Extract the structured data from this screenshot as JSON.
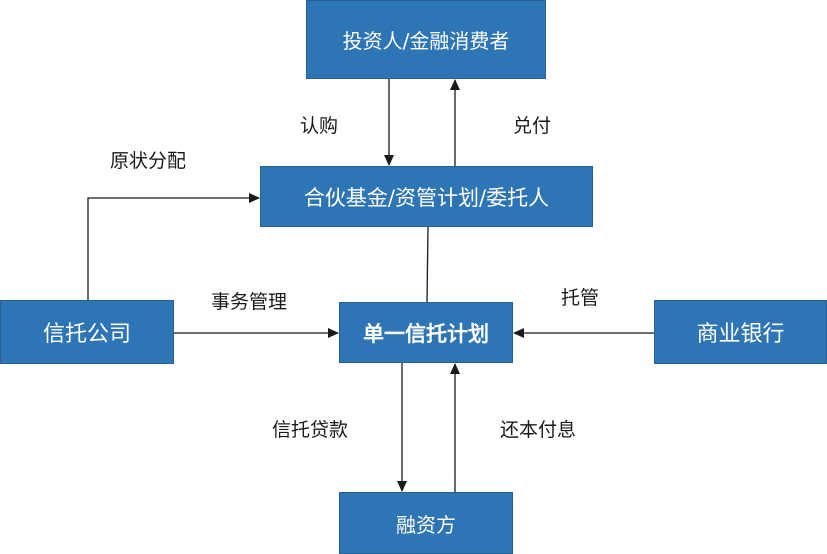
{
  "colors": {
    "box_fill": "#2e75b6",
    "box_border": "#2a5f93",
    "box_text": "#ffffff",
    "line": "#1a1a1a",
    "label_text": "#1a1a1a"
  },
  "nodes": {
    "investor": "投资人/金融消费者",
    "fund": "合伙基金/资管计划/委托人",
    "trust_company": "信托公司",
    "single_trust": "单一信托计划",
    "bank": "商业银行",
    "financier": "融资方"
  },
  "edges": {
    "subscribe": "认购",
    "redeem": "兑付",
    "original_distribution": "原状分配",
    "affairs_management": "事务管理",
    "custody": "托管",
    "trust_loan": "信托贷款",
    "repayment": "还本付息"
  }
}
